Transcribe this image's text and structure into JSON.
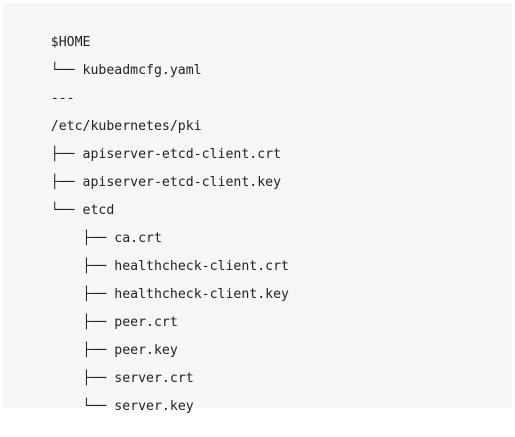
{
  "tree": {
    "lines": [
      {
        "prefix": "",
        "text": "$HOME"
      },
      {
        "prefix": "└── ",
        "text": "kubeadmcfg.yaml"
      },
      {
        "prefix": "",
        "text": "---"
      },
      {
        "prefix": "",
        "text": "/etc/kubernetes/pki"
      },
      {
        "prefix": "├── ",
        "text": "apiserver-etcd-client.crt"
      },
      {
        "prefix": "├── ",
        "text": "apiserver-etcd-client.key"
      },
      {
        "prefix": "└── ",
        "text": "etcd"
      },
      {
        "prefix": "    ├── ",
        "text": "ca.crt"
      },
      {
        "prefix": "    ├── ",
        "text": "healthcheck-client.crt"
      },
      {
        "prefix": "    ├── ",
        "text": "healthcheck-client.key"
      },
      {
        "prefix": "    ├── ",
        "text": "peer.crt"
      },
      {
        "prefix": "    ├── ",
        "text": "peer.key"
      },
      {
        "prefix": "    ├── ",
        "text": "server.crt"
      },
      {
        "prefix": "    └── ",
        "text": "server.key"
      }
    ]
  }
}
